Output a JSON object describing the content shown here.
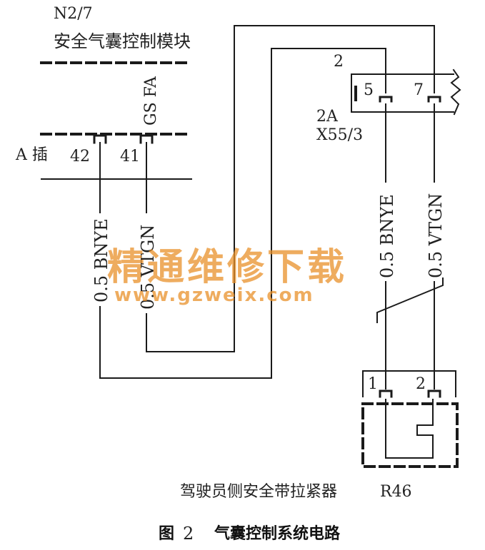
{
  "module": {
    "code": "N2/7",
    "name": "安全气囊控制模块",
    "connector_label": "A 插",
    "pin_a": "42",
    "pin_b": "41",
    "ground_label": "GS FA"
  },
  "connector_x55": {
    "pin_group_label": "2",
    "pin_a": "5",
    "pin_b": "7",
    "label_a": "2A",
    "label_b": "X55/3"
  },
  "wires": {
    "left_a": "0.5 BNYE",
    "left_b": "0.5 VTGN",
    "right_a": "0.5 BNYE",
    "right_b": "0.5 VTGN"
  },
  "tensioner": {
    "pin_a": "1",
    "pin_b": "2",
    "name": "驾驶员侧安全带拉紧器",
    "code": "R46"
  },
  "watermark": {
    "cn": "精通维修下载",
    "url": "www.gzweix.com"
  },
  "caption": {
    "prefix": "图",
    "number": "2",
    "title": "气囊控制系统电路"
  },
  "colors": {
    "line": "#1a1a1a",
    "watermark": "#e8902a"
  }
}
